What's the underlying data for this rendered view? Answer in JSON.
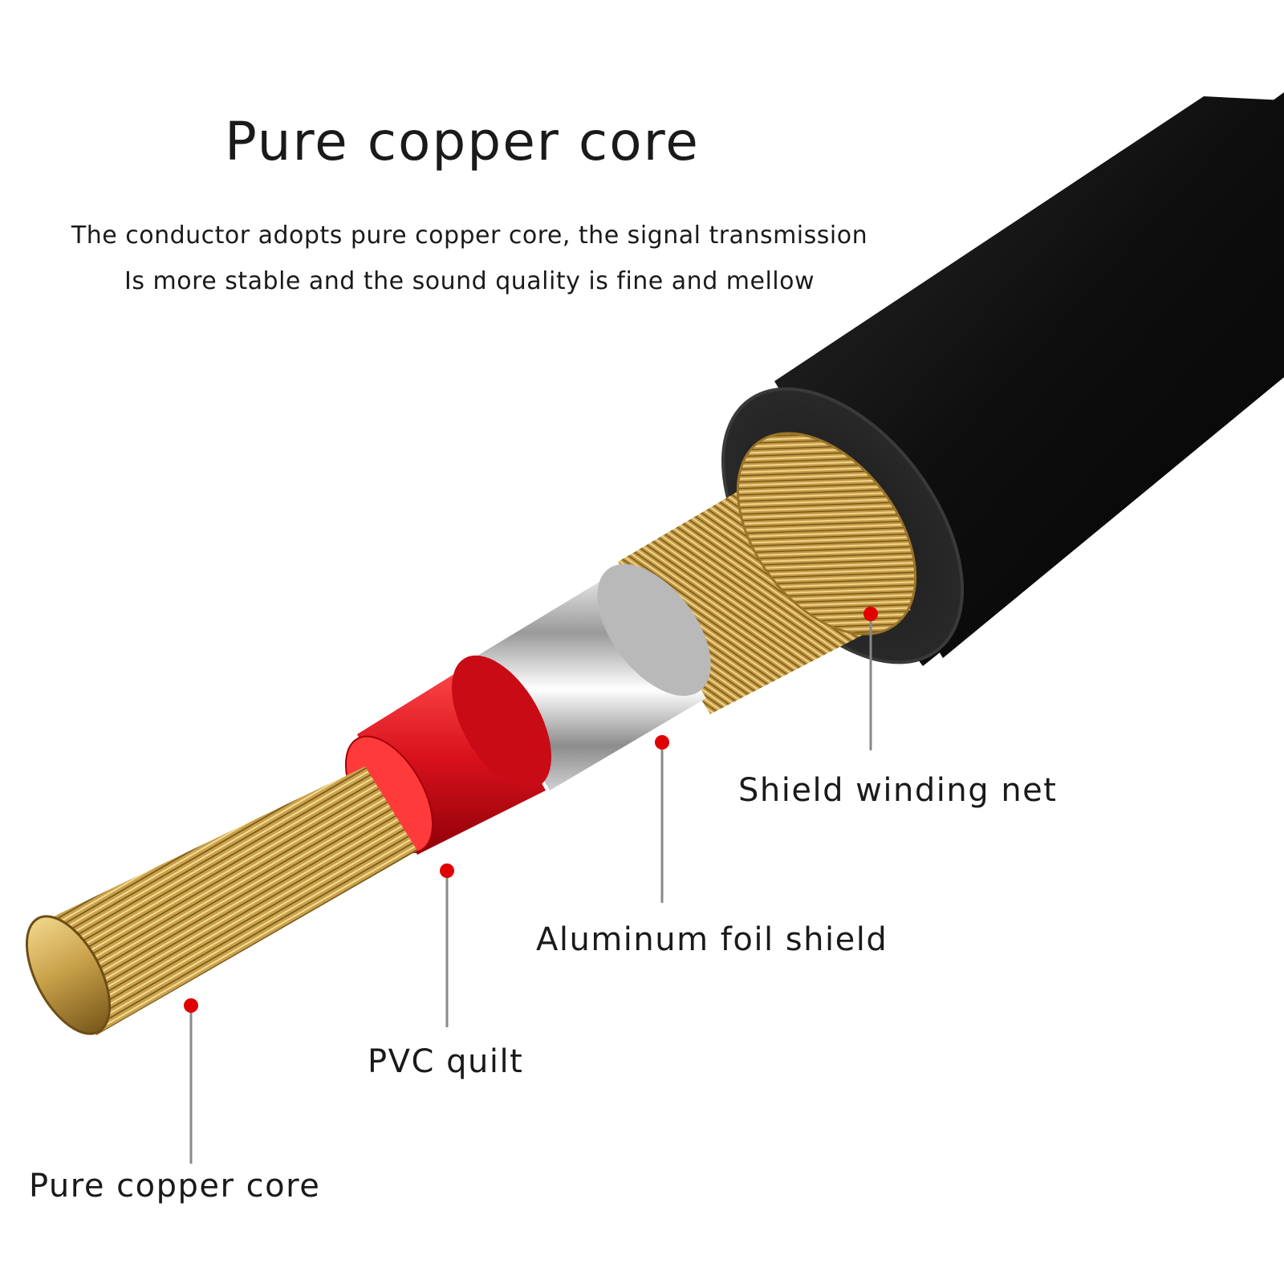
{
  "title": "Pure copper core",
  "description": {
    "line1": "The conductor adopts pure copper core, the signal transmission",
    "line2": "Is more stable and the sound quality is fine and mellow"
  },
  "labels": {
    "shield": "Shield winding net",
    "foil": "Aluminum foil shield",
    "pvc": "PVC quilt",
    "core": "Pure copper core"
  },
  "colors": {
    "jacket": "#111111",
    "copper": "#c9a14a",
    "pvc": "#d8111b",
    "foil": "#c8c8c8",
    "marker": "#e00000"
  }
}
